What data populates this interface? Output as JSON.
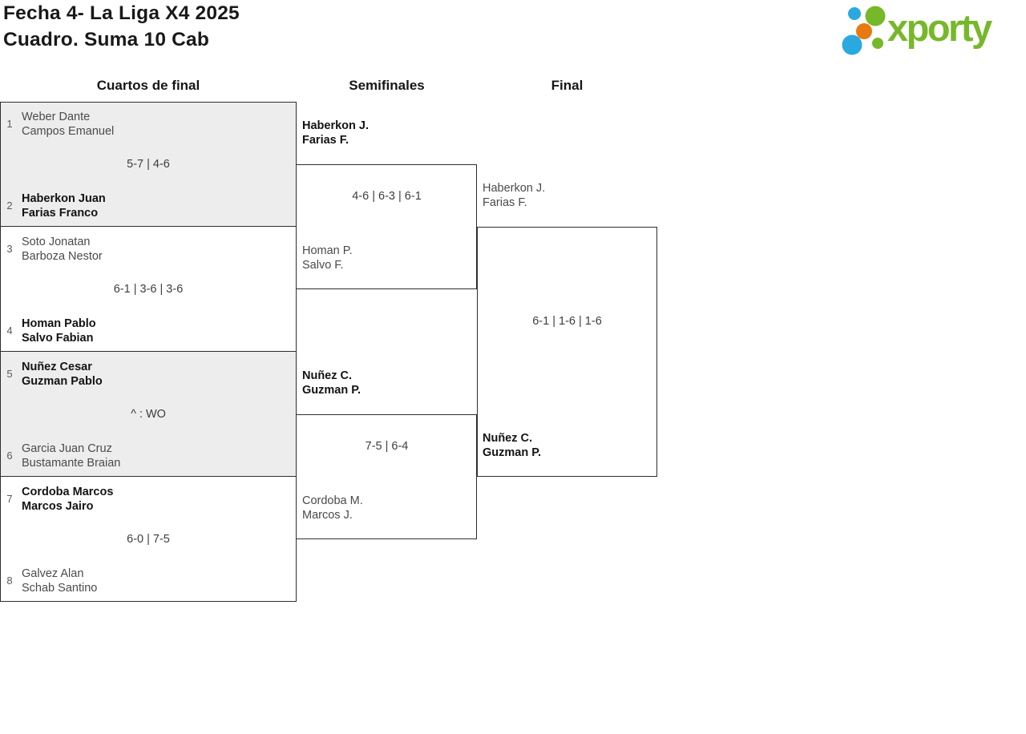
{
  "header": {
    "title_line1": "Fecha 4- La Liga X4 2025",
    "title_line2": "Cuadro. Suma 10 Cab"
  },
  "logo": {
    "brand": "xporty",
    "icon": "dot-cluster-icon",
    "colors": {
      "green": "#77b82b",
      "blue": "#2aa9e0",
      "orange": "#e87a12"
    }
  },
  "rounds": [
    {
      "label": "Cuartos de final"
    },
    {
      "label": "Semifinales"
    },
    {
      "label": "Final"
    }
  ],
  "bracket": {
    "quarterfinals": [
      {
        "seed_top": "1",
        "team_top": [
          "Weber Dante",
          "Campos Emanuel"
        ],
        "top_winner": false,
        "score": "5-7 | 4-6",
        "seed_bottom": "2",
        "team_bottom": [
          "Haberkon Juan",
          "Farias Franco"
        ],
        "bottom_winner": true
      },
      {
        "seed_top": "3",
        "team_top": [
          "Soto Jonatan",
          "Barboza Nestor"
        ],
        "top_winner": false,
        "score": "6-1 | 3-6 | 3-6",
        "seed_bottom": "4",
        "team_bottom": [
          "Homan Pablo",
          "Salvo Fabian"
        ],
        "bottom_winner": true
      },
      {
        "seed_top": "5",
        "team_top": [
          "Nuñez Cesar",
          "Guzman Pablo"
        ],
        "top_winner": true,
        "score": "^ : WO",
        "seed_bottom": "6",
        "team_bottom": [
          "Garcia Juan Cruz",
          "Bustamante Braian"
        ],
        "bottom_winner": false
      },
      {
        "seed_top": "7",
        "team_top": [
          "Cordoba Marcos",
          "Marcos Jairo"
        ],
        "top_winner": true,
        "score": "6-0 | 7-5",
        "seed_bottom": "8",
        "team_bottom": [
          "Galvez Alan",
          "Schab Santino"
        ],
        "bottom_winner": false
      }
    ],
    "semifinals": [
      {
        "team_top": [
          "Haberkon J.",
          "Farias F."
        ],
        "top_winner": true,
        "score": "4-6 | 6-3 | 6-1",
        "team_bottom": [
          "Homan P.",
          "Salvo F."
        ],
        "bottom_winner": false
      },
      {
        "team_top": [
          "Nuñez C.",
          "Guzman P."
        ],
        "top_winner": true,
        "score": "7-5 | 6-4",
        "team_bottom": [
          "Cordoba M.",
          "Marcos J."
        ],
        "bottom_winner": false
      }
    ],
    "final": {
      "team_top": [
        "Haberkon J.",
        "Farias F."
      ],
      "top_winner": false,
      "score": "6-1 | 1-6 | 1-6",
      "team_bottom": [
        "Nuñez C.",
        "Guzman P."
      ],
      "bottom_winner": true
    }
  }
}
